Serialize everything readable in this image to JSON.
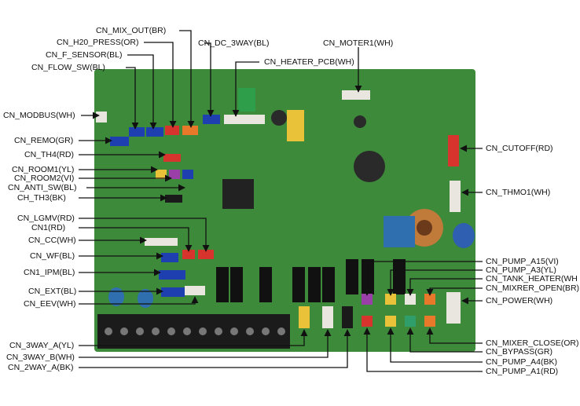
{
  "colors": {
    "board": "#3d8a3a",
    "board_dark": "#2c6b2c",
    "connector_blue": "#1e3fb0",
    "connector_red": "#d8342e",
    "connector_white": "#e8e6df",
    "connector_yellow": "#e9c23a",
    "connector_black": "#1a1a1a",
    "connector_violet": "#9b3fa8",
    "connector_orange": "#e8792a",
    "connector_green": "#2f9e6a",
    "arrow": "#111111"
  },
  "labels": {
    "mix_out": "CN_MIX_OUT(BR)",
    "h20_press": "CN_H20_PRESS(OR)",
    "f_sensor": "CN_F_SENSOR(BL)",
    "flow_sw": "CN_FLOW_SW(BL)",
    "dc_3way": "CN_DC_3WAY(BL)",
    "heater_pcb": "CN_HEATER_PCB(WH)",
    "moter1": "CN_MOTER1(WH)",
    "modbus": "CN_MODBUS(WH)",
    "remo": "CN_REMO(GR)",
    "th4": "CN_TH4(RD)",
    "room1": "CN_ROOM1(YL)",
    "room2": "CN_ROOM2(VI)",
    "anti_sw": "CN_ANTI_SW(BL)",
    "ch_th3": "CH_TH3(BK)",
    "lgmv": "CN_LGMV(RD)",
    "cn1": "CN1(RD)",
    "cc": "CN_CC(WH)",
    "wf": "CN_WF(BL)",
    "cn1_ipm": "CN1_IPM(BL)",
    "ext": "CN_EXT(BL)",
    "eev": "CN_EEV(WH)",
    "cutoff": "CN_CUTOFF(RD)",
    "thmo1": "CN_THMO1(WH)",
    "pump_a15": "CN_PUMP_A15(VI)",
    "pump_a3": "CN_PUMP_A3(YL)",
    "tank_heater": "CN_TANK_HEATER(WH",
    "mixrer_open": "CN_MIXRER_OPEN(BR)",
    "power": "CN_POWER(WH)",
    "mixer_close": "CN_MIXER_CLOSE(OR)",
    "bypass": "CN_BYPASS(GR)",
    "pump_a4": "CN_PUMP_A4(BK)",
    "pump_a1": "CN_PUMP_A1(RD)",
    "three_way_a": "CN_3WAY_A(YL)",
    "three_way_b": "CN_3WAY_B(WH)",
    "two_way_a": "CN_2WAY_A(BK)"
  }
}
